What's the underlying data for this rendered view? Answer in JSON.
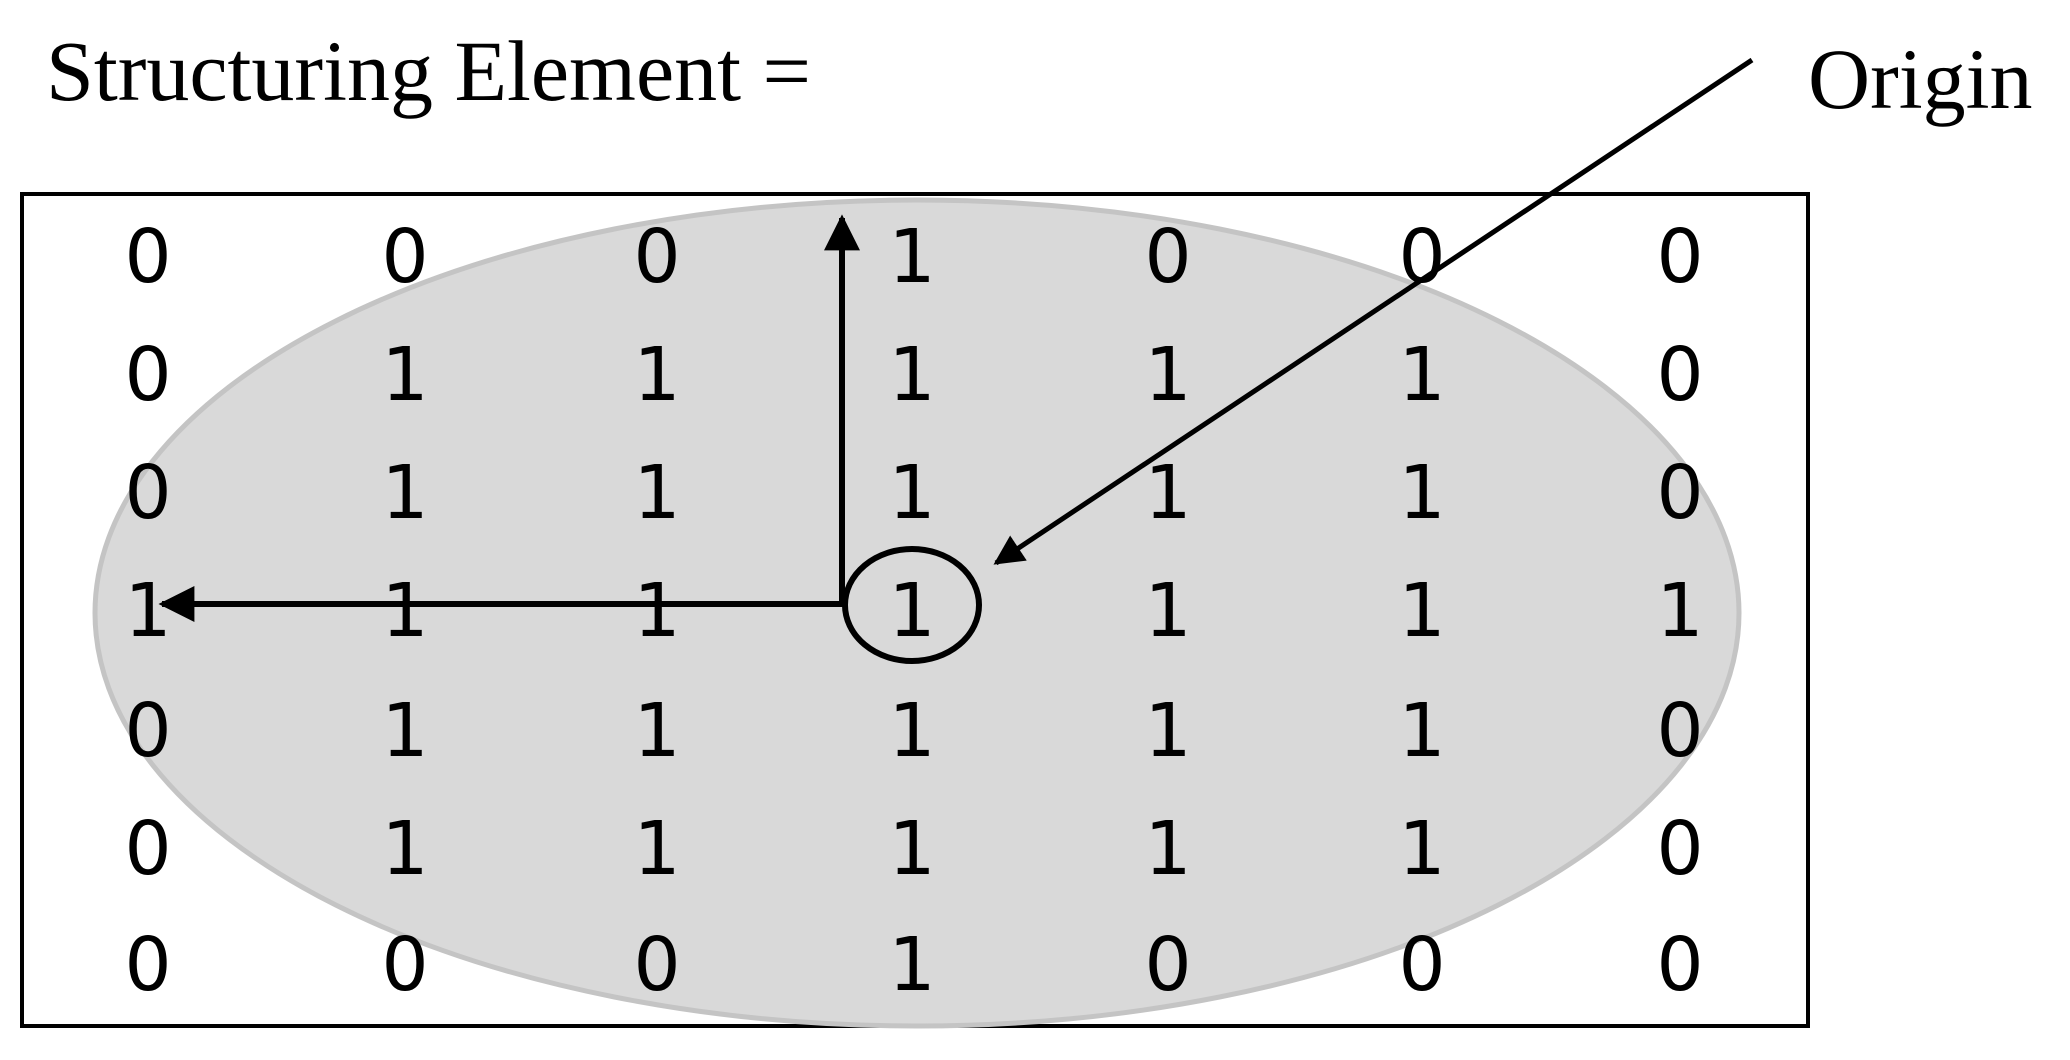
{
  "title": "Structuring Element =",
  "origin_label": "Origin",
  "matrix": [
    [
      "0",
      "0",
      "0",
      "1",
      "0",
      "0",
      "0"
    ],
    [
      "0",
      "1",
      "1",
      "1",
      "1",
      "1",
      "0"
    ],
    [
      "0",
      "1",
      "1",
      "1",
      "1",
      "1",
      "0"
    ],
    [
      "1",
      "1",
      "1",
      "1",
      "1",
      "1",
      "1"
    ],
    [
      "0",
      "1",
      "1",
      "1",
      "1",
      "1",
      "0"
    ],
    [
      "0",
      "1",
      "1",
      "1",
      "1",
      "1",
      "0"
    ],
    [
      "0",
      "0",
      "0",
      "1",
      "0",
      "0",
      "0"
    ]
  ],
  "origin_cell": {
    "row": 3,
    "col": 3
  },
  "colors": {
    "ellipse_fill": "#d9d9d9",
    "ellipse_stroke": "#c4c4c4",
    "line": "#000000",
    "background": "#ffffff"
  }
}
